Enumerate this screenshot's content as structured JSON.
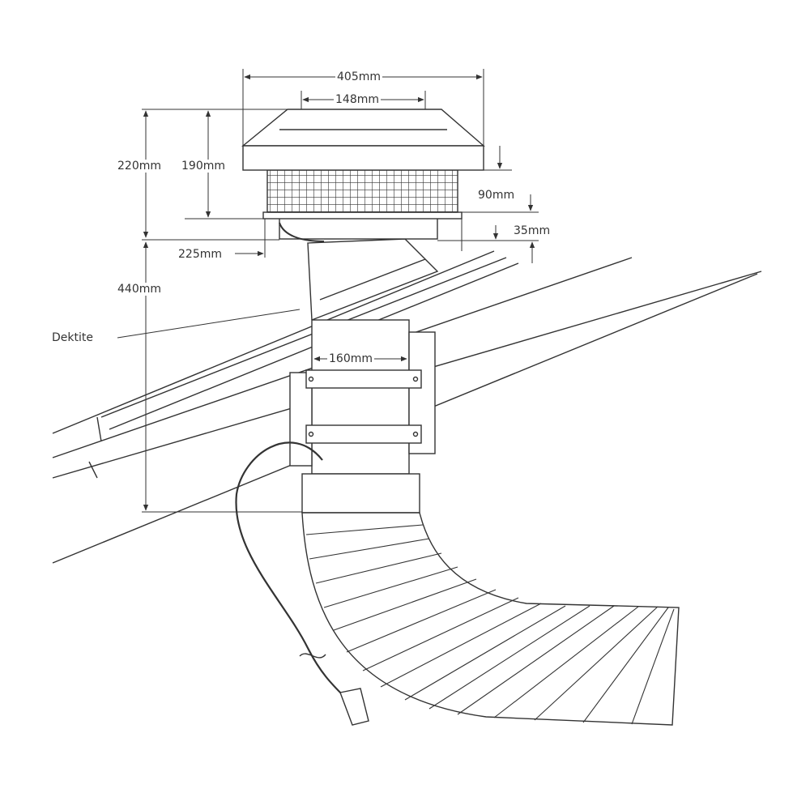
{
  "dimensions": {
    "overall_width": "405mm",
    "top_width": "148mm",
    "total_height": "220mm",
    "cap_height": "190mm",
    "mesh_height": "90mm",
    "base_height": "35mm",
    "offset": "225mm",
    "duct_length": "440mm",
    "duct_width": "160mm"
  },
  "labels": {
    "flashing": "Dektite"
  },
  "colors": {
    "line": "#333333",
    "background": "#ffffff"
  }
}
